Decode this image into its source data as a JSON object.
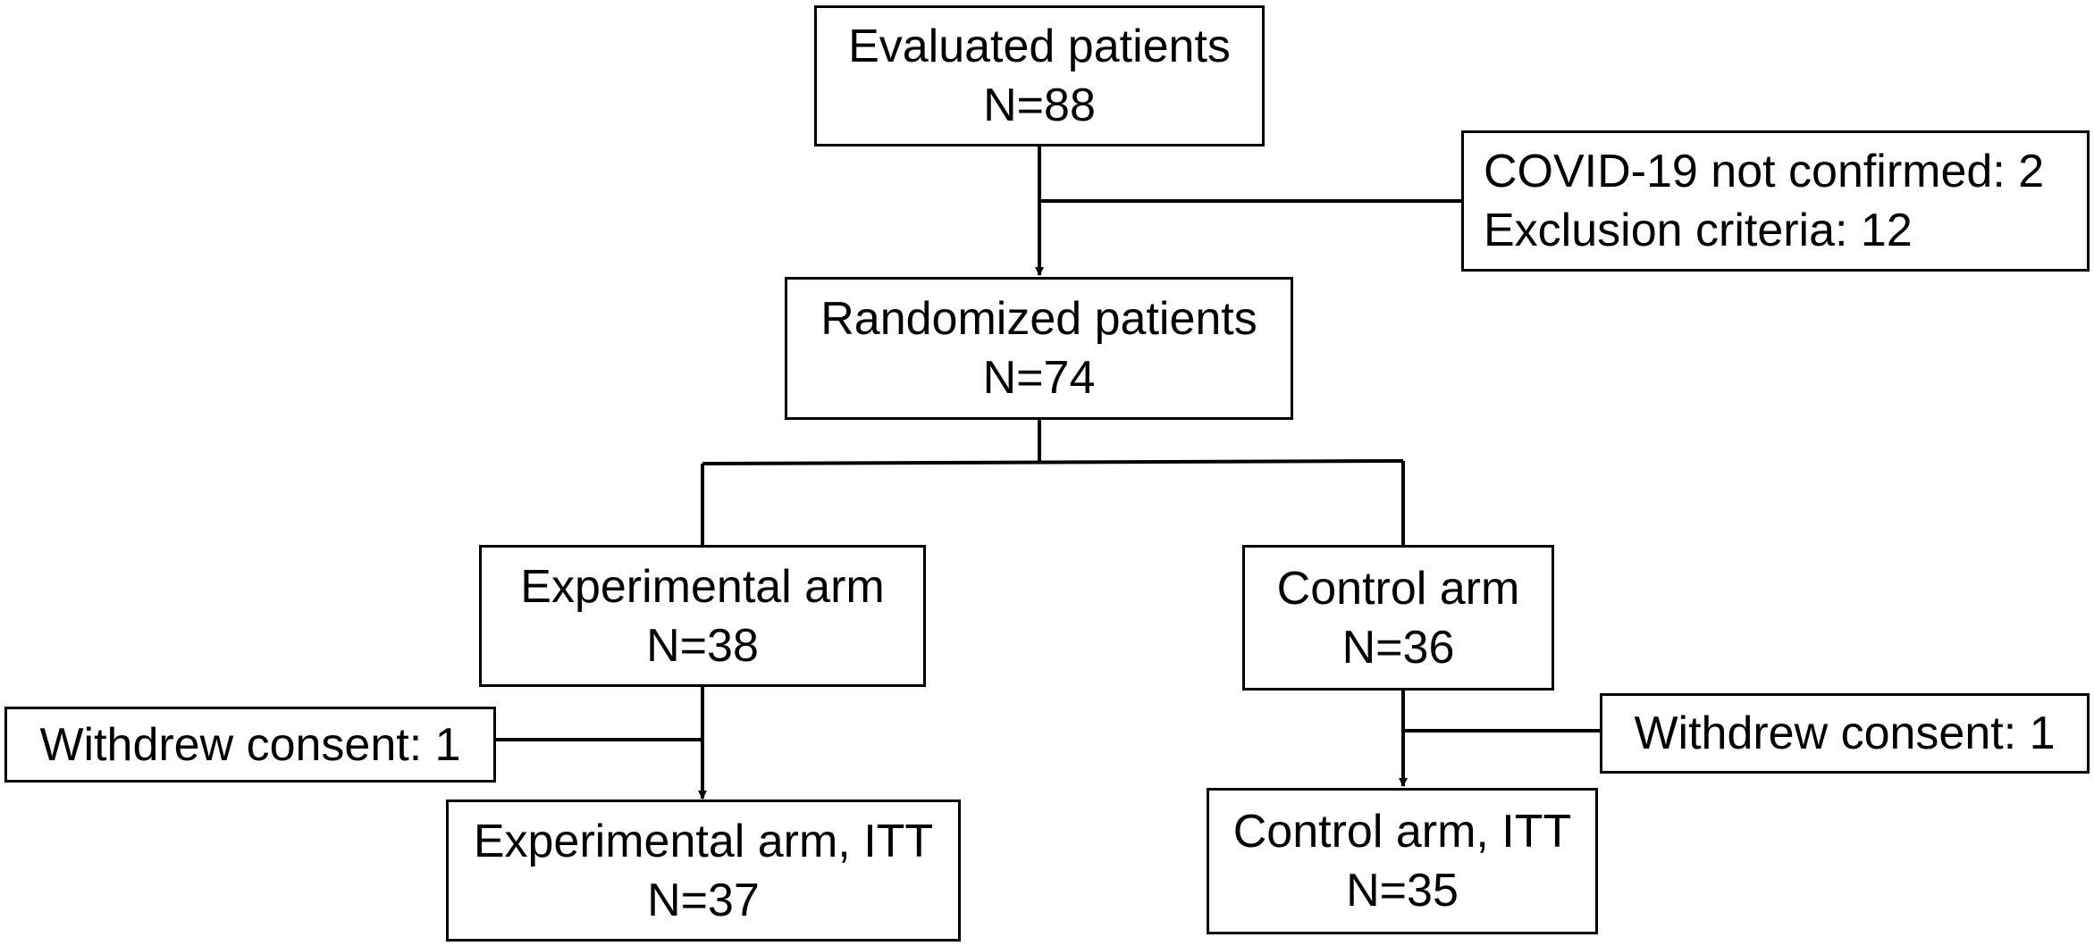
{
  "diagram": {
    "evaluated": {
      "title": "Evaluated patients",
      "count": "N=88"
    },
    "excluded": {
      "line1": "COVID-19 not confirmed: 2",
      "line2": "Exclusion criteria: 12"
    },
    "randomized": {
      "title": "Randomized patients",
      "count": "N=74"
    },
    "experimental": {
      "title": "Experimental arm",
      "count": "N=38"
    },
    "control": {
      "title": "Control arm",
      "count": "N=36"
    },
    "exp_withdrew": {
      "label": "Withdrew consent: 1"
    },
    "ctrl_withdrew": {
      "label": "Withdrew consent: 1"
    },
    "experimental_itt": {
      "title": "Experimental arm, ITT",
      "count": "N=37"
    },
    "control_itt": {
      "title": "Control arm, ITT",
      "count": "N=35"
    }
  },
  "colors": {
    "stroke": "#000000",
    "background": "#ffffff"
  }
}
